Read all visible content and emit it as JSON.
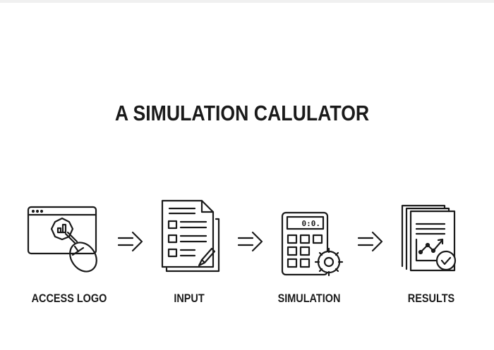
{
  "title": "A SIMULATION CALULATOR",
  "steps": [
    {
      "label": "ACCESS LOGO",
      "icon": "browser-mouse-icon"
    },
    {
      "label": "INPUT",
      "icon": "document-checklist-icon"
    },
    {
      "label": "SIMULATION",
      "icon": "calculator-gear-icon"
    },
    {
      "label": "RESULTS",
      "icon": "report-chart-check-icon"
    }
  ],
  "calculator_display": "0:0.",
  "arrow_icon": "double-line-arrow-icon"
}
